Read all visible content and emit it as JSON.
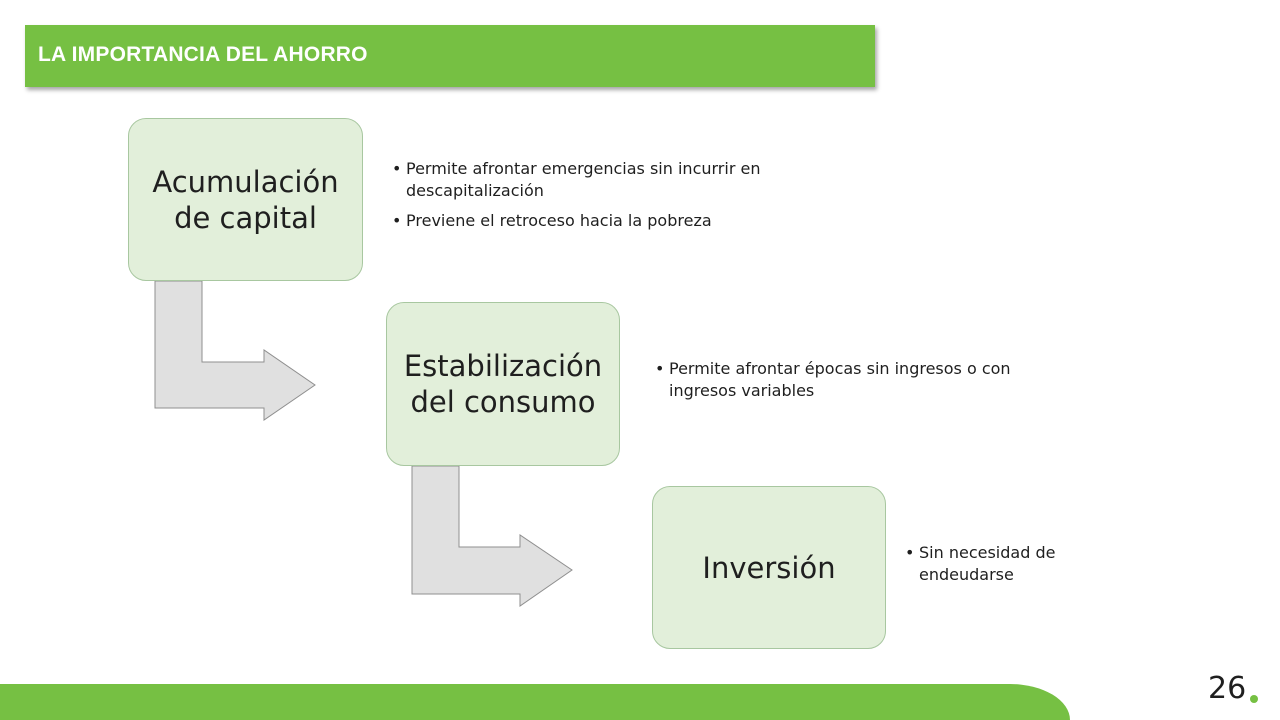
{
  "header": {
    "title": "LA IMPORTANCIA DEL AHORRO"
  },
  "diagram": {
    "steps": [
      {
        "label": "Acumulación de capital",
        "bullets": [
          "Permite afrontar emergencias sin incurrir en descapitalización",
          "Previene el retroceso hacia la pobreza"
        ]
      },
      {
        "label": "Estabilización del consumo",
        "bullets": [
          "Permite afrontar épocas  sin ingresos o con ingresos variables"
        ]
      },
      {
        "label": "Inversión",
        "bullets": [
          "Sin necesidad de endeudarse"
        ]
      }
    ]
  },
  "footer": {
    "page_number": "26"
  },
  "colors": {
    "accent_green": "#76c043",
    "box_fill": "#e2efda",
    "arrow_fill": "#e0e0e0"
  }
}
